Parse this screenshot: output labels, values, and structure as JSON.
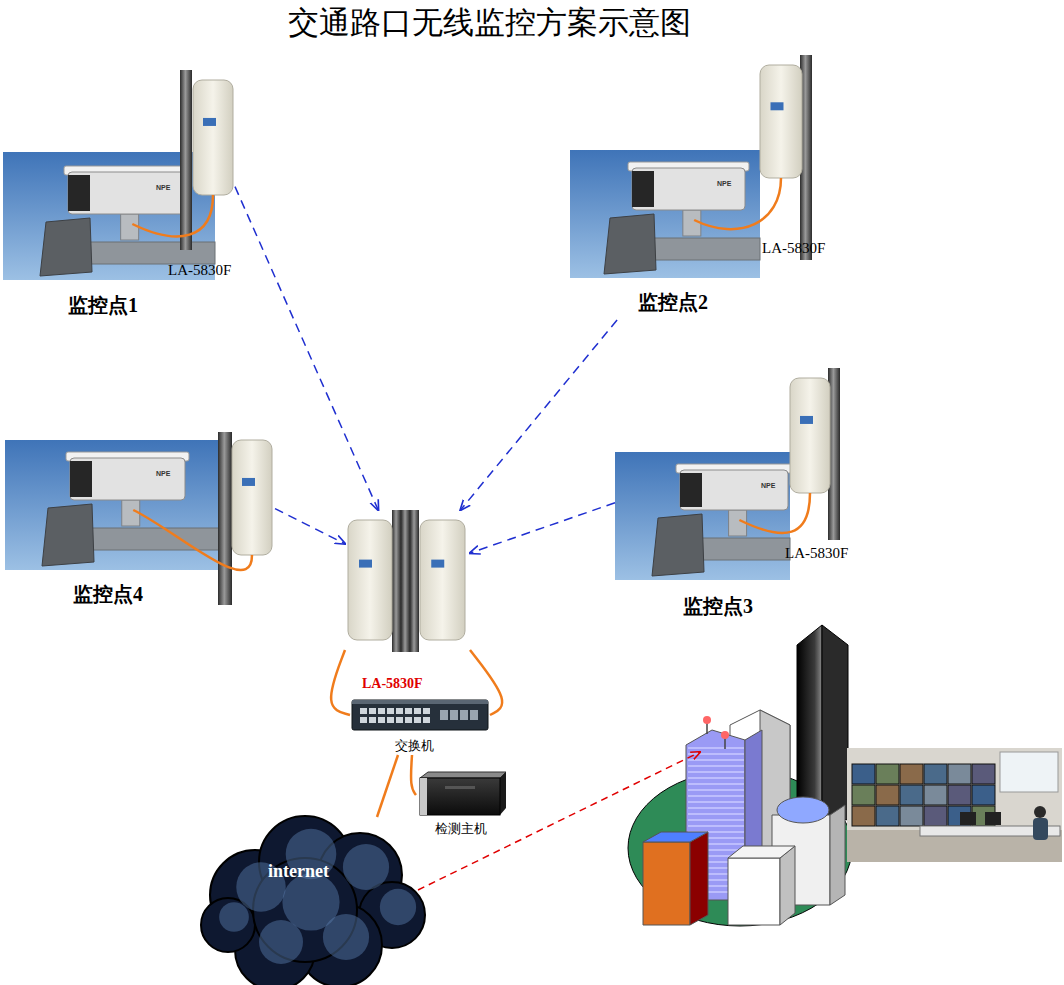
{
  "diagram": {
    "title": "交通路口无线监控方案示意图",
    "nodes": [
      {
        "text": [
          "LA-5830F",
          "监控点1"
        ]
      },
      {
        "text": [
          "LA-5830F",
          "监控点2"
        ]
      },
      {
        "text": [
          "监控点4"
        ]
      },
      {
        "text": [
          "LA-5830F",
          "监控点3"
        ]
      },
      {
        "text": [
          "LA-5830F"
        ]
      },
      {
        "text": [
          "交换机"
        ]
      },
      {
        "text": [
          "检测主机"
        ]
      },
      {
        "text": [
          "internet"
        ]
      }
    ],
    "edges": [
      {
        "from": 0,
        "to": 4,
        "arrow": "to"
      },
      {
        "from": 1,
        "to": 4,
        "arrow": "to"
      },
      {
        "from": 2,
        "to": 4,
        "arrow": "to"
      },
      {
        "from": 3,
        "to": 4,
        "arrow": "to"
      },
      {
        "from": 4,
        "to": 5,
        "arrow": "none"
      },
      {
        "from": 4,
        "to": 5,
        "arrow": "none"
      },
      {
        "from": 5,
        "to": 6,
        "arrow": "none"
      },
      {
        "from": 5,
        "to": 7,
        "arrow": "none"
      }
    ],
    "labels": [
      "NPE",
      "NPE",
      "NPE",
      "NPE"
    ]
  }
}
